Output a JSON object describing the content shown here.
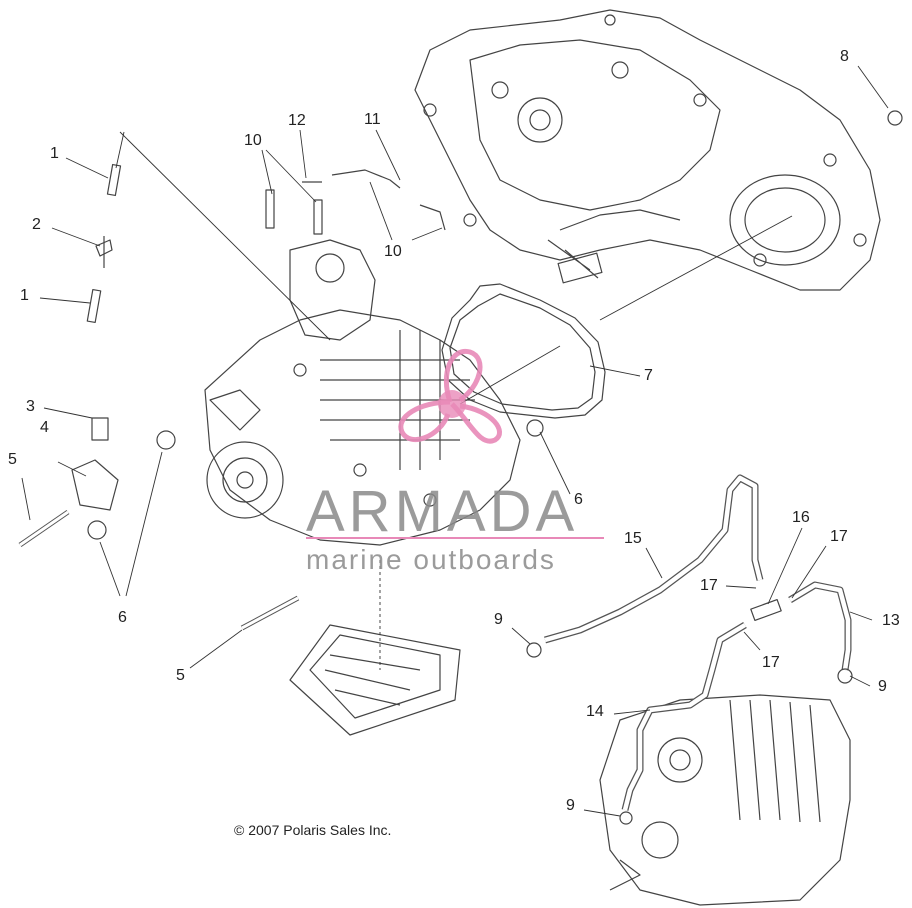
{
  "callouts": {
    "c1a": "1",
    "c1b": "1",
    "c2": "2",
    "c3": "3",
    "c4": "4",
    "c5a": "5",
    "c5b": "5",
    "c6a": "6",
    "c6b": "6",
    "c7": "7",
    "c8": "8",
    "c9a": "9",
    "c9b": "9",
    "c9c": "9",
    "c10a": "10",
    "c10b": "10",
    "c11": "11",
    "c12": "12",
    "c13": "13",
    "c14": "14",
    "c15": "15",
    "c16": "16",
    "c17a": "17",
    "c17b": "17",
    "c17c": "17"
  },
  "copyright": "© 2007 Polaris Sales Inc.",
  "watermark": {
    "brand": "ARMADA",
    "tagline": "marine outboards",
    "accent_color": "#e889b8",
    "text_color": "#8a8a8a"
  }
}
